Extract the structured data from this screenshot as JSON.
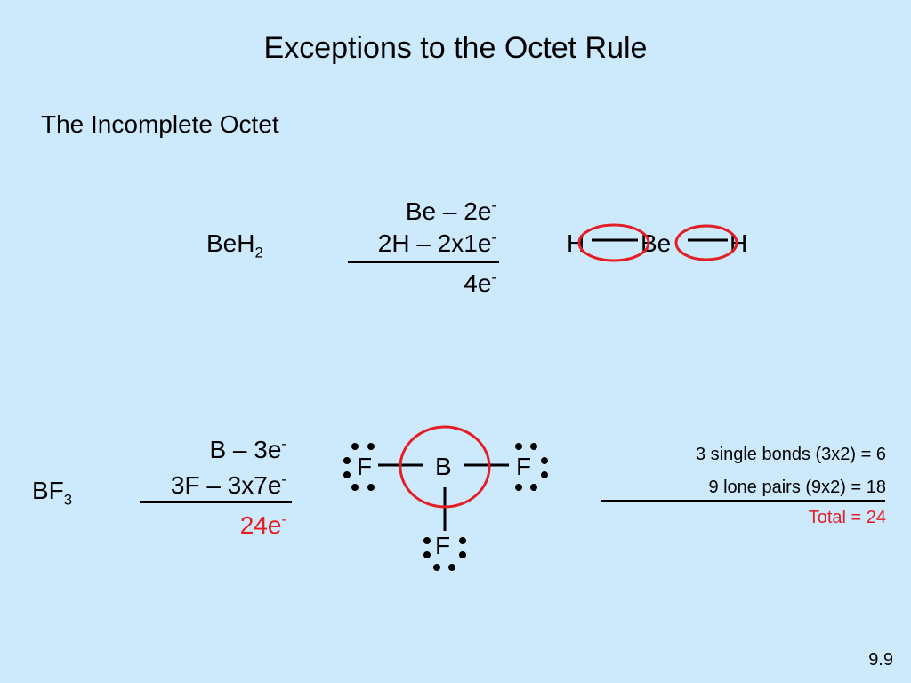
{
  "slide": {
    "title": "Exceptions to the Octet Rule",
    "subtitle": "The Incomplete Octet",
    "page_number": "9.9"
  },
  "beh2": {
    "formula_main": "BeH",
    "formula_sub": "2",
    "line1": "Be – 2e",
    "line2": "2H – 2x1e",
    "total": "4e",
    "charge": "-",
    "atoms": {
      "h_left": "H",
      "be": "Be",
      "h_right": "H"
    }
  },
  "bf3": {
    "formula_main": "BF",
    "formula_sub": "3",
    "line1": "B – 3e",
    "line2": "3F – 3x7e",
    "total": "24e",
    "charge": "-",
    "atoms": {
      "b": "B",
      "f_left": "F",
      "f_right": "F",
      "f_bottom": "F"
    },
    "count_line1": "3 single bonds (3x2) =   6",
    "count_line2": "9 lone pairs (9x2) = 18",
    "count_total": "Total = 24"
  },
  "colors": {
    "background": "#cdeafd",
    "highlight_red": "#e41e25",
    "text": "#000000"
  }
}
